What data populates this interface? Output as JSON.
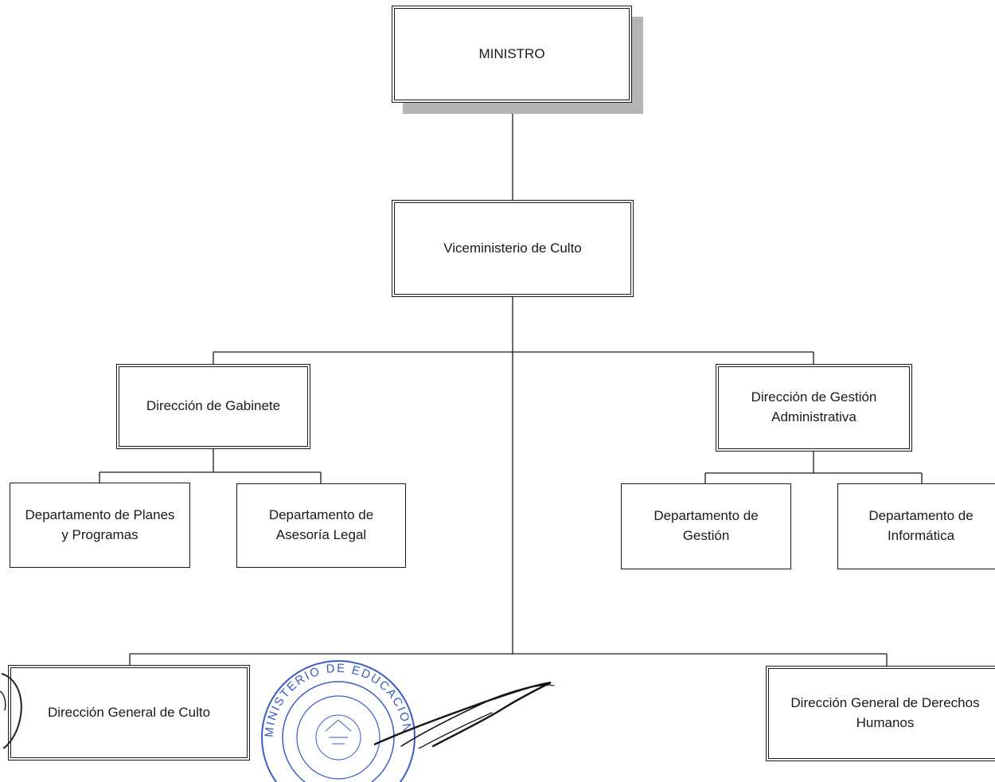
{
  "org_chart": {
    "minister": "MINISTRO",
    "vice_ministry": "Viceministerio de Culto",
    "cabinet_direction": "Dirección de Gabinete",
    "admin_direction": "Dirección de Gestión\nAdministrativa",
    "dept_plans": "Departamento de Planes\ny Programas",
    "dept_legal": "Departamento de\nAsesoría Legal",
    "dept_management": "Departamento de\nGestión",
    "dept_it": "Departamento de\nInformática",
    "dg_worship": "Dirección General de Culto",
    "dg_human_rights": "Dirección General de Derechos\nHumanos"
  },
  "stamp": {
    "text": "MINISTERIO DE EDUCACION Y CIENCIAS · REPUBLICA DEL PARAGUAY",
    "color": "#3b5bc8"
  }
}
